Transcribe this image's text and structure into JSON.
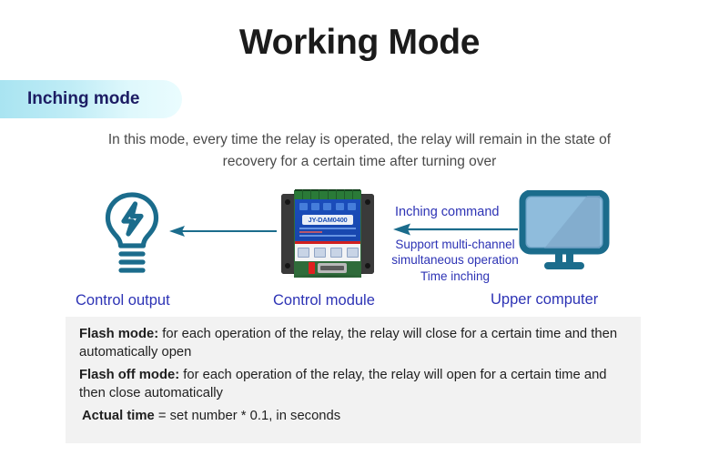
{
  "page": {
    "title": "Working Mode",
    "badge_label": "Inching mode",
    "intro": "In this mode, every time the relay is operated, the relay will remain in the state of recovery for a certain time after turning over"
  },
  "diagram": {
    "control_output_label": "Control output",
    "control_module_label": "Control module",
    "upper_computer_label": "Upper computer",
    "inching_command_label": "Inching command",
    "support_text": "Support multi-channel simultaneous operation Time inching",
    "support_lines": [
      "Support multi-channel",
      "simultaneous operation",
      "Time inching"
    ],
    "module_brand": "JY-DAM0400",
    "icons": {
      "bulb": "lightbulb-icon",
      "monitor": "monitor-icon",
      "arrow_left_output": "arrow-left-icon",
      "arrow_left_command": "arrow-left-icon"
    }
  },
  "info_box": {
    "flash_mode_title": "Flash mode:",
    "flash_mode_text": " for each operation of the relay, the relay will close for a certain time and then automatically open",
    "flash_off_mode_title": "Flash off mode:",
    "flash_off_mode_text": " for each operation of the relay, the relay will open for a certain time and then close automatically",
    "actual_time_title": "Actual time",
    "actual_time_text": " = set number * 0.1, in seconds"
  },
  "colors": {
    "title": "#1b1b1b",
    "badge_gradient_start": "#a9e4f1",
    "badge_gradient_end": "#eafcfe",
    "badge_text": "#1c1c63",
    "label_blue": "#2d33b5",
    "icon_teal": "#1b6c8c",
    "info_box_bg": "#f2f2f2",
    "intro_text": "#4a4a4a"
  }
}
